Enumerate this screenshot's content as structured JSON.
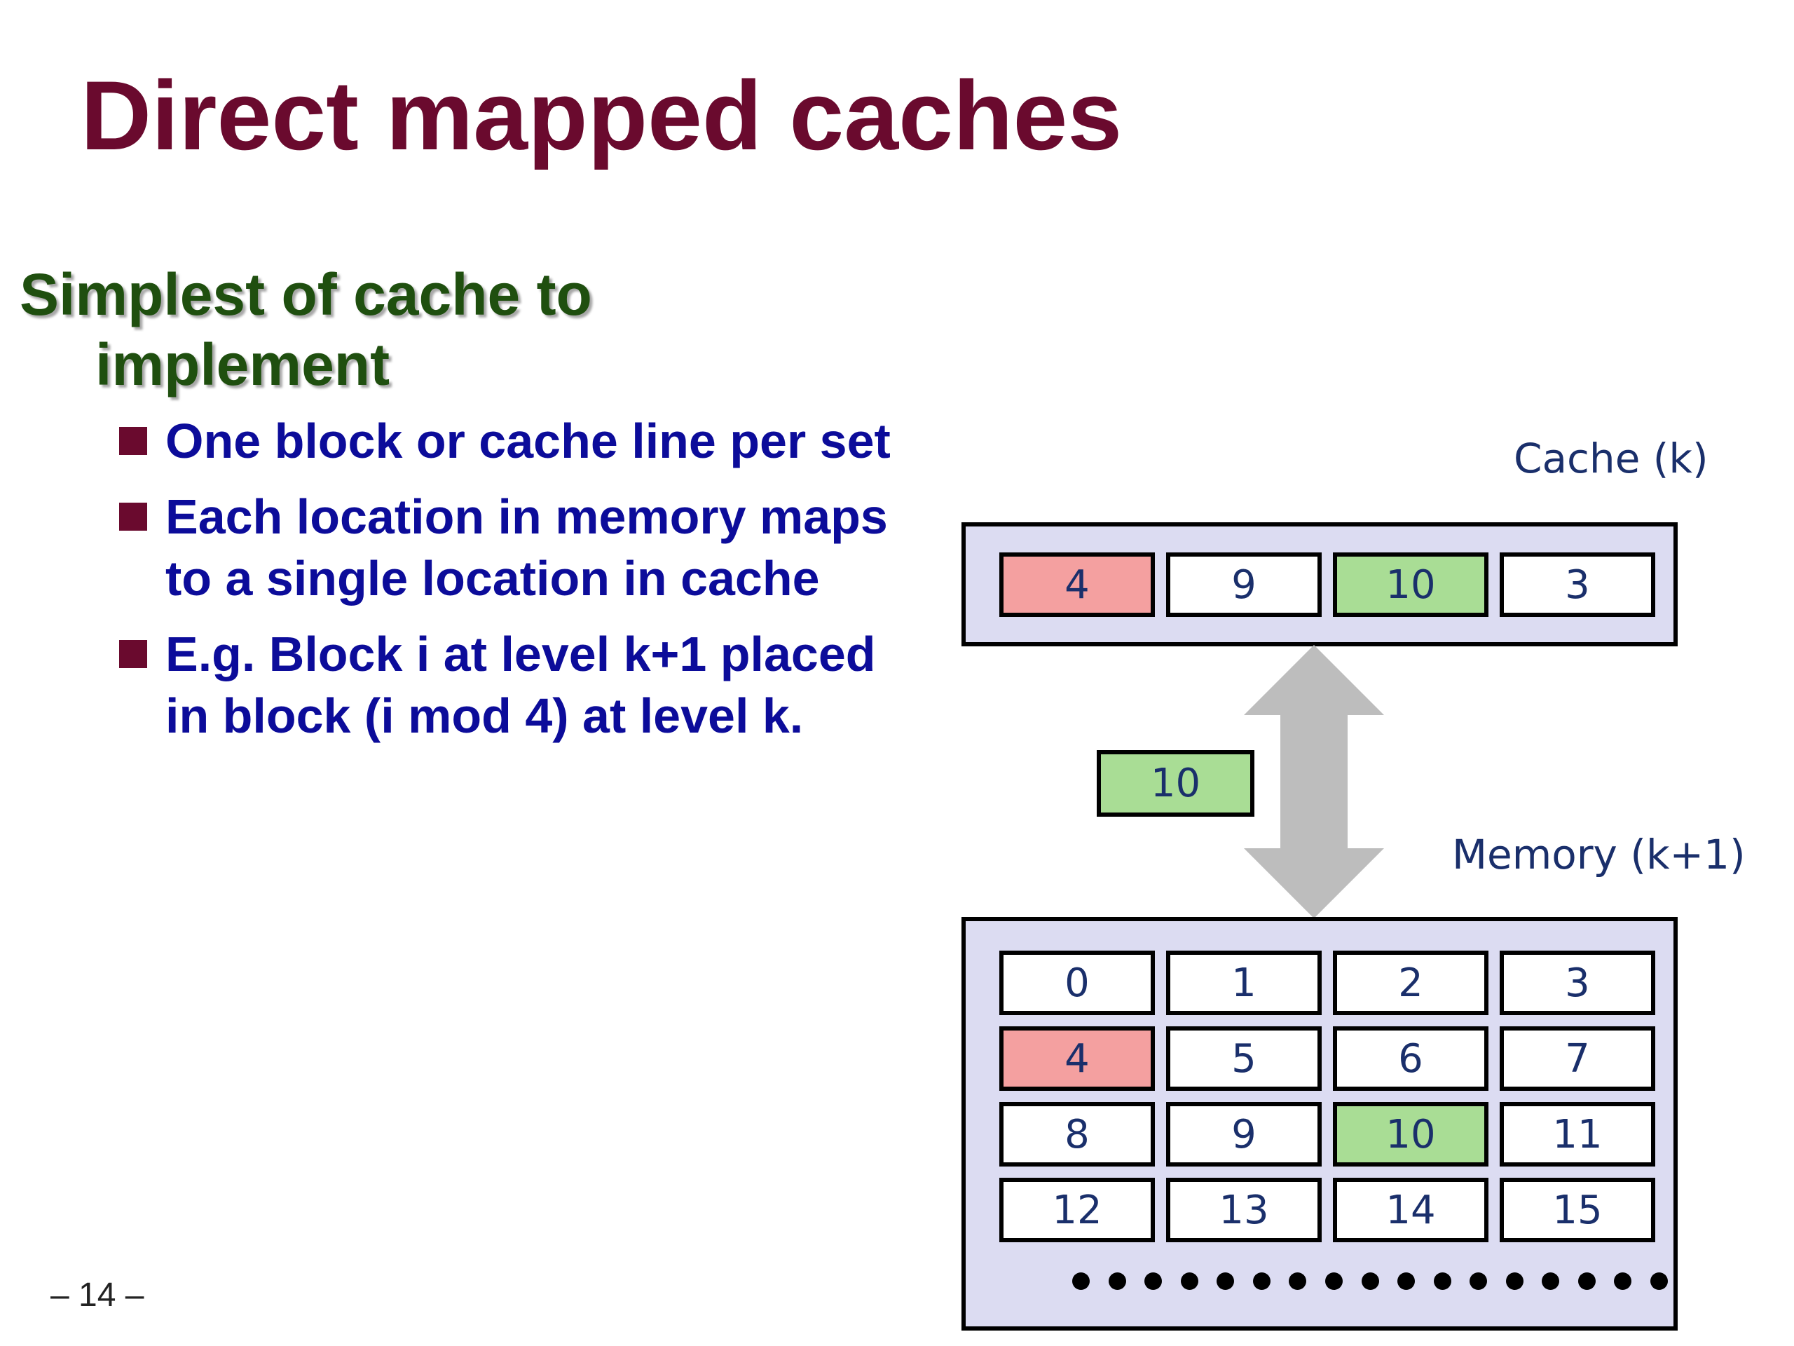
{
  "slide": {
    "title": "Direct mapped caches",
    "heading_line1": "Simplest of cache to",
    "heading_line2": "implement",
    "bullets": [
      "One block or cache line per set",
      "Each location in memory maps to a single location in cache",
      "E.g. Block i at level k+1 placed in block (i mod 4) at level k."
    ],
    "page_number": "– 14 –"
  },
  "diagram": {
    "cache_label": "Cache (k)",
    "memory_label": "Memory (k+1)",
    "transfer_block": "10",
    "cache_blocks": [
      {
        "value": "4",
        "highlight": "red"
      },
      {
        "value": "9",
        "highlight": "none"
      },
      {
        "value": "10",
        "highlight": "green"
      },
      {
        "value": "3",
        "highlight": "none"
      }
    ],
    "memory_blocks": [
      [
        {
          "value": "0",
          "highlight": "none"
        },
        {
          "value": "1",
          "highlight": "none"
        },
        {
          "value": "2",
          "highlight": "none"
        },
        {
          "value": "3",
          "highlight": "none"
        }
      ],
      [
        {
          "value": "4",
          "highlight": "red"
        },
        {
          "value": "5",
          "highlight": "none"
        },
        {
          "value": "6",
          "highlight": "none"
        },
        {
          "value": "7",
          "highlight": "none"
        }
      ],
      [
        {
          "value": "8",
          "highlight": "none"
        },
        {
          "value": "9",
          "highlight": "none"
        },
        {
          "value": "10",
          "highlight": "green"
        },
        {
          "value": "11",
          "highlight": "none"
        }
      ],
      [
        {
          "value": "12",
          "highlight": "none"
        },
        {
          "value": "13",
          "highlight": "none"
        },
        {
          "value": "14",
          "highlight": "none"
        },
        {
          "value": "15",
          "highlight": "none"
        }
      ]
    ],
    "colors": {
      "red": "#f4a0a0",
      "green": "#a9dd95",
      "panel": "#dcdcf2",
      "arrow": "#bdbdbd"
    }
  }
}
